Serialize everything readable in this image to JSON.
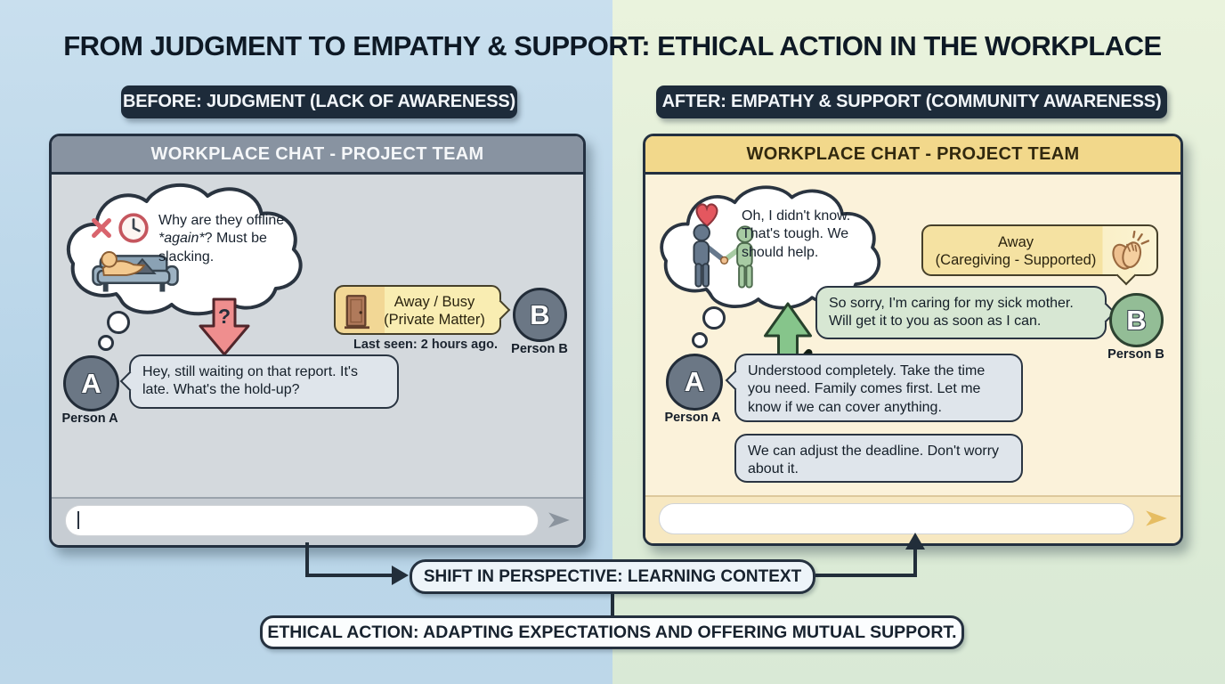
{
  "title": "FROM JUDGMENT TO EMPATHY & SUPPORT: ETHICAL ACTION IN THE WORKPLACE",
  "panels": {
    "before": {
      "badge": "BEFORE: JUDGMENT (LACK OF AWARENESS)",
      "chat_title": "WORKPLACE CHAT - PROJECT TEAM",
      "thought": {
        "pre": "Why are they offline ",
        "emphasis": "*again*",
        "post": "? Must be slacking."
      },
      "judgment_arrow_label": "?",
      "status_bubble": {
        "line1": "Away / Busy",
        "line2": "(Private Matter)"
      },
      "last_seen": "Last seen: 2 hours ago.",
      "person_b": {
        "initial": "B",
        "label": "Person B"
      },
      "person_a": {
        "initial": "A",
        "label": "Person A"
      },
      "message_a": "Hey, still waiting on that report. It's late. What's the hold-up?"
    },
    "after": {
      "badge": "AFTER: EMPATHY & SUPPORT (COMMUNITY AWARENESS)",
      "chat_title": "WORKPLACE CHAT - PROJECT TEAM",
      "thought": "Oh, I didn't know. That's tough. We should help.",
      "status_bubble": {
        "line1": "Away",
        "line2": "(Caregiving - Supported)"
      },
      "message_b": "So sorry, I'm caring for my sick mother. Will get it to you as soon as I can.",
      "person_b": {
        "initial": "B",
        "label": "Person B"
      },
      "person_a": {
        "initial": "A",
        "label": "Person A"
      },
      "message_a1": "Understood completely. Take the time you need. Family comes first. Let me know if we can cover anything.",
      "message_a2": "We can adjust the deadline. Don't worry about it."
    }
  },
  "footer": {
    "shift_label": "SHIFT IN PERSPECTIVE: LEARNING CONTEXT",
    "ethics_label": "ETHICAL ACTION: ADAPTING EXPECTATIONS AND OFFERING MUTUAL SUPPORT."
  },
  "colors": {
    "left_background": "#bdd7e9",
    "right_background": "#e0eeda",
    "badge_background": "#1d2b3a",
    "before_header": "#8893a1",
    "before_body": "#d4d9dd",
    "after_header": "#f2d88b",
    "after_body": "#fbf2da",
    "judgment_arrow_red": "#ef8e8e",
    "empathy_arrow_green": "#86c58b",
    "status_yellow": "#f9edb2",
    "message_blue": "#dfe5eb",
    "message_green": "#d7e7d3",
    "outline_dark": "#233040"
  },
  "icons": {
    "before_thought": [
      "x-icon",
      "clock-icon",
      "person-on-couch-icon"
    ],
    "before_status": "door-icon",
    "after_thought": [
      "heart-icon",
      "people-holding-hands-icon"
    ],
    "after_status": "clapping-hands-icon",
    "composer": "send-icon"
  }
}
